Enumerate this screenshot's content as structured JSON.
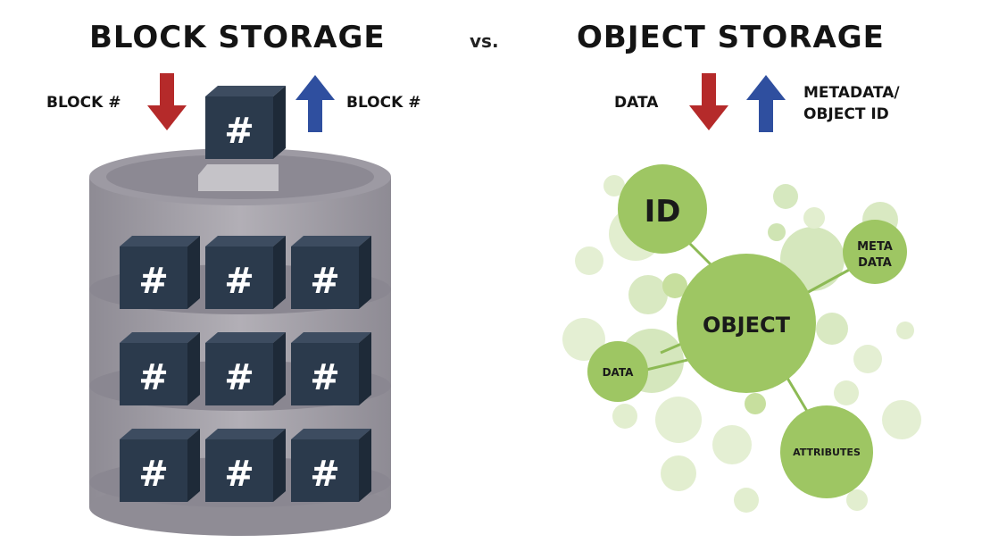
{
  "header": {
    "left_title": "BLOCK STORAGE",
    "vs": "vs.",
    "right_title": "OBJECT STORAGE"
  },
  "block_side": {
    "arrow_in_label": "BLOCK #",
    "arrow_out_label": "BLOCK #",
    "block_symbol": "#",
    "colors": {
      "arrow_in": "#b52a2a",
      "arrow_out": "#2f4f9f",
      "block_face": "#2b3a4c",
      "block_top": "#3d4c60",
      "block_side": "#1e2a38",
      "cylinder": "#a9a6ad",
      "shelf": "#8a8791"
    }
  },
  "object_side": {
    "arrow_in_label": "DATA",
    "arrow_out_label_line1": "METADATA/",
    "arrow_out_label_line2": "OBJECT ID",
    "nodes": {
      "id": "ID",
      "object": "OBJECT",
      "meta_line1": "META",
      "meta_line2": "DATA",
      "data": "DATA",
      "attributes": "ATTRIBUTES"
    },
    "colors": {
      "node": "#9ec663",
      "node_light": "#c7df9e",
      "node_faint": "#e2eecf",
      "link": "#8dba55"
    }
  }
}
